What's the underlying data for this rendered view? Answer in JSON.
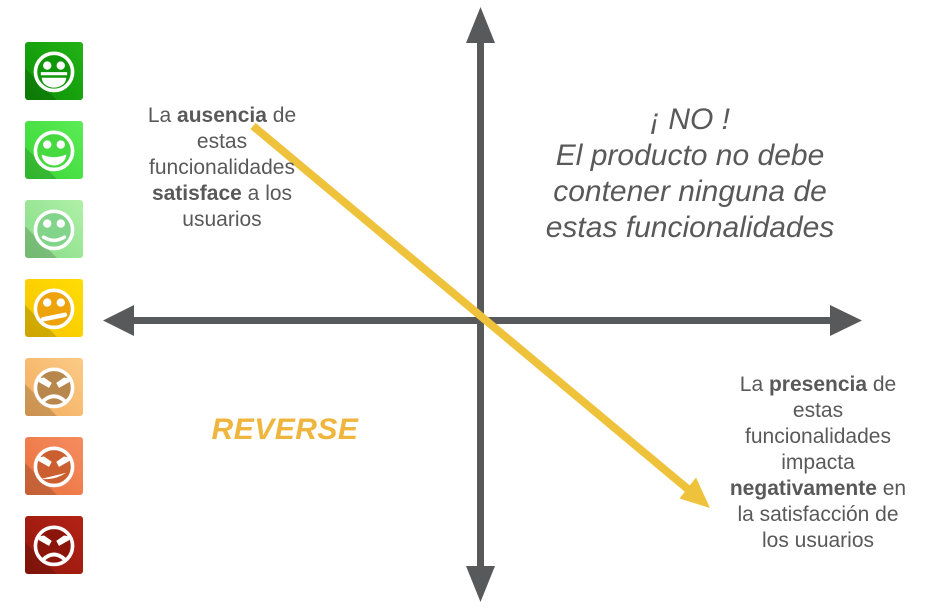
{
  "colors": {
    "axis": "#58595B",
    "accent": "#EFC23B",
    "reverse_label": "#EFB53C",
    "text": "#595959"
  },
  "satisfaction_scale": {
    "faces": [
      {
        "icon": "emoji-very-happy-icon",
        "expression": "laugh",
        "bg_top": "#22B316",
        "bg_bottom": "#0C9006",
        "inner": "#109709"
      },
      {
        "icon": "emoji-happy-icon",
        "expression": "smile",
        "bg_top": "#5CEC56",
        "bg_bottom": "#38D634",
        "inner": "#46DA40"
      },
      {
        "icon": "emoji-pleased-icon",
        "expression": "slight-smile",
        "bg_top": "#AFF0A8",
        "bg_bottom": "#86DC86",
        "inner": "#82D48A"
      },
      {
        "icon": "emoji-neutral-icon",
        "expression": "skeptic",
        "bg_top": "#FFDD04",
        "bg_bottom": "#F6C400",
        "inner": "#EFA30B"
      },
      {
        "icon": "emoji-annoyed-icon",
        "expression": "angry-frown",
        "bg_top": "#FBCB86",
        "bg_bottom": "#F3AC5C",
        "inner": "#B8874D"
      },
      {
        "icon": "emoji-angry-icon",
        "expression": "angry-slant",
        "bg_top": "#F58D60",
        "bg_bottom": "#EA703C",
        "inner": "#CC5F2F"
      },
      {
        "icon": "emoji-furious-icon",
        "expression": "angry-deep-frown",
        "bg_top": "#B22215",
        "bg_bottom": "#95170C",
        "inner": "#8C150B"
      }
    ]
  },
  "labels": {
    "top_left": {
      "lines": [
        [
          {
            "t": "La "
          },
          {
            "t": "ausencia",
            "b": true
          },
          {
            "t": " de"
          }
        ],
        [
          {
            "t": "estas"
          }
        ],
        [
          {
            "t": "funcionalidades"
          }
        ],
        [
          {
            "t": "satisface",
            "b": true
          },
          {
            "t": " a los"
          }
        ],
        [
          {
            "t": "usuarios"
          }
        ]
      ]
    },
    "top_right": {
      "heading": "¡ NO !",
      "lines": [
        "El producto no debe",
        "contener ninguna de",
        "estas funcionalidades"
      ]
    },
    "bottom_left": {
      "label": "REVERSE"
    },
    "bottom_right": {
      "lines": [
        [
          {
            "t": "La "
          },
          {
            "t": "presencia",
            "b": true
          },
          {
            "t": " de"
          }
        ],
        [
          {
            "t": "estas"
          }
        ],
        [
          {
            "t": "funcionalidades"
          }
        ],
        [
          {
            "t": "impacta"
          }
        ],
        [
          {
            "t": "negativamente",
            "b": true
          },
          {
            "t": " en"
          }
        ],
        [
          {
            "t": "la satisfacción de"
          }
        ],
        [
          {
            "t": "los usuarios"
          }
        ]
      ]
    }
  }
}
